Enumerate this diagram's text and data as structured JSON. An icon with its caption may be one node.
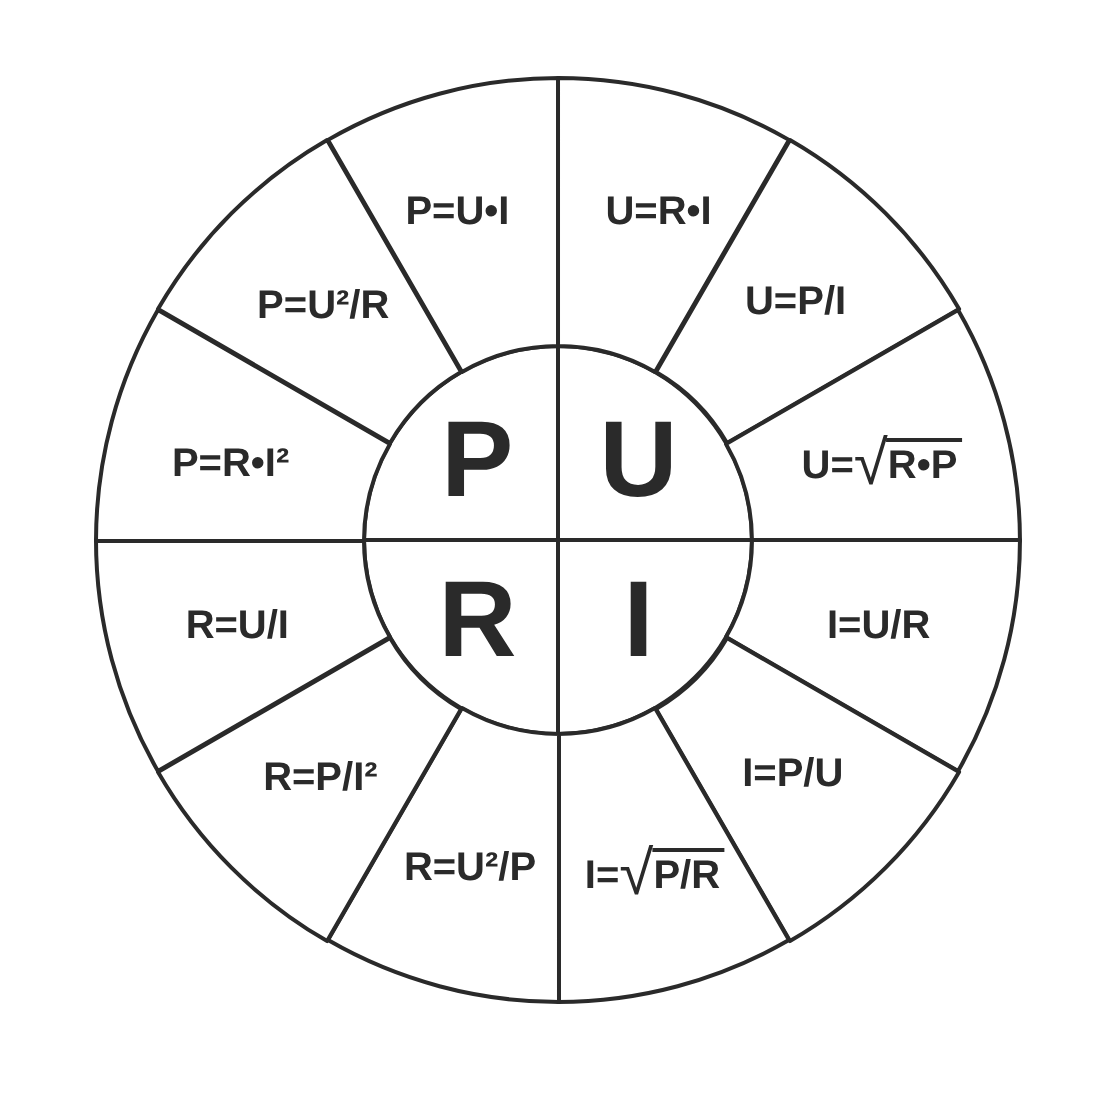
{
  "diagram": {
    "nodes": [
      {
        "text": [
          "P"
        ]
      },
      {
        "text": [
          "U"
        ]
      },
      {
        "text": [
          "R"
        ]
      },
      {
        "text": [
          "I"
        ]
      },
      {
        "text": [
          "P=U•I"
        ]
      },
      {
        "text": [
          "U=R•I"
        ]
      },
      {
        "text": [
          "U=P/I"
        ]
      },
      {
        "text": [
          "U=√R•P"
        ]
      },
      {
        "text": [
          "I=U/R"
        ]
      },
      {
        "text": [
          "I=P/U"
        ]
      },
      {
        "text": [
          "I=√P/R"
        ]
      },
      {
        "text": [
          "R=U²/P"
        ]
      },
      {
        "text": [
          "R=P/I²"
        ]
      },
      {
        "text": [
          "R=U/I"
        ]
      },
      {
        "text": [
          "P=R•I²"
        ]
      },
      {
        "text": [
          "P=U²/R"
        ]
      }
    ]
  }
}
